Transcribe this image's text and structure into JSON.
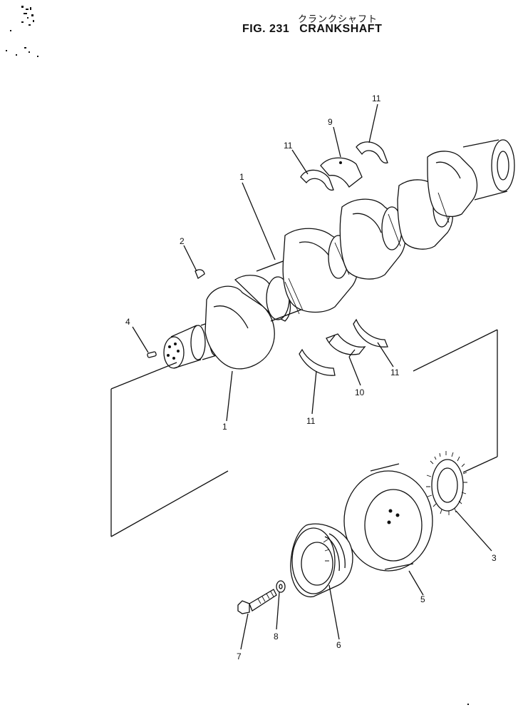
{
  "header": {
    "title_jp": "クランクシャフト",
    "fig_number": "FIG. 231",
    "title_en": "CRANKSHAFT"
  },
  "callouts": [
    {
      "id": "callout-1-upper",
      "label": "1"
    },
    {
      "id": "callout-1-lower",
      "label": "1"
    },
    {
      "id": "callout-2",
      "label": "2"
    },
    {
      "id": "callout-3",
      "label": "3"
    },
    {
      "id": "callout-4",
      "label": "4"
    },
    {
      "id": "callout-5",
      "label": "5"
    },
    {
      "id": "callout-6",
      "label": "6"
    },
    {
      "id": "callout-7",
      "label": "7"
    },
    {
      "id": "callout-8",
      "label": "8"
    },
    {
      "id": "callout-9",
      "label": "9"
    },
    {
      "id": "callout-10",
      "label": "10"
    },
    {
      "id": "callout-11-a",
      "label": "11"
    },
    {
      "id": "callout-11-b",
      "label": "11"
    },
    {
      "id": "callout-11-c",
      "label": "11"
    },
    {
      "id": "callout-11-d",
      "label": "11"
    }
  ],
  "colors": {
    "ink": "#111111",
    "paper": "#ffffff"
  }
}
